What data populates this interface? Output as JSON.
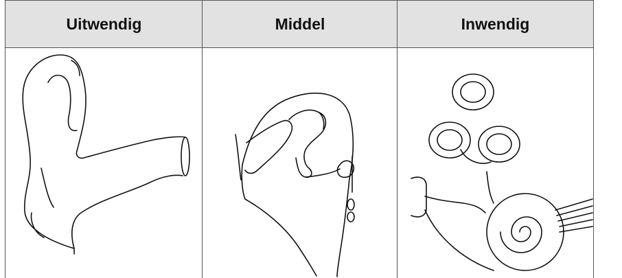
{
  "table": {
    "headers": {
      "outer": "Uitwendig",
      "middle": "Middel",
      "inner": "Inwendig"
    }
  }
}
